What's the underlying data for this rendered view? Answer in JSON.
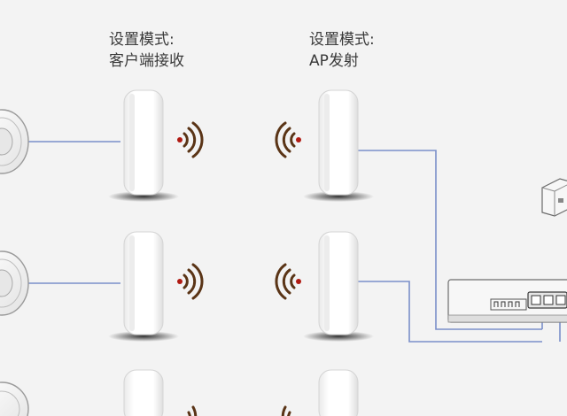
{
  "labels": {
    "left_line1": "设置模式:",
    "left_line2": "客户端接收",
    "right_line1": "设置模式:",
    "right_line2": "AP发射"
  },
  "colors": {
    "background": "#f3f3f3",
    "link_line": "#6f87c6",
    "wifi_arc": "#5a3416",
    "wifi_dot": "#b01a12",
    "device_body": "#fbfbfb",
    "device_edge": "#d8d8d8",
    "shadow": "#2b2b2b"
  },
  "icons": [
    "camera-icon",
    "wifi-signal-icon",
    "cpe-device-icon",
    "switch-icon",
    "router-icon"
  ]
}
